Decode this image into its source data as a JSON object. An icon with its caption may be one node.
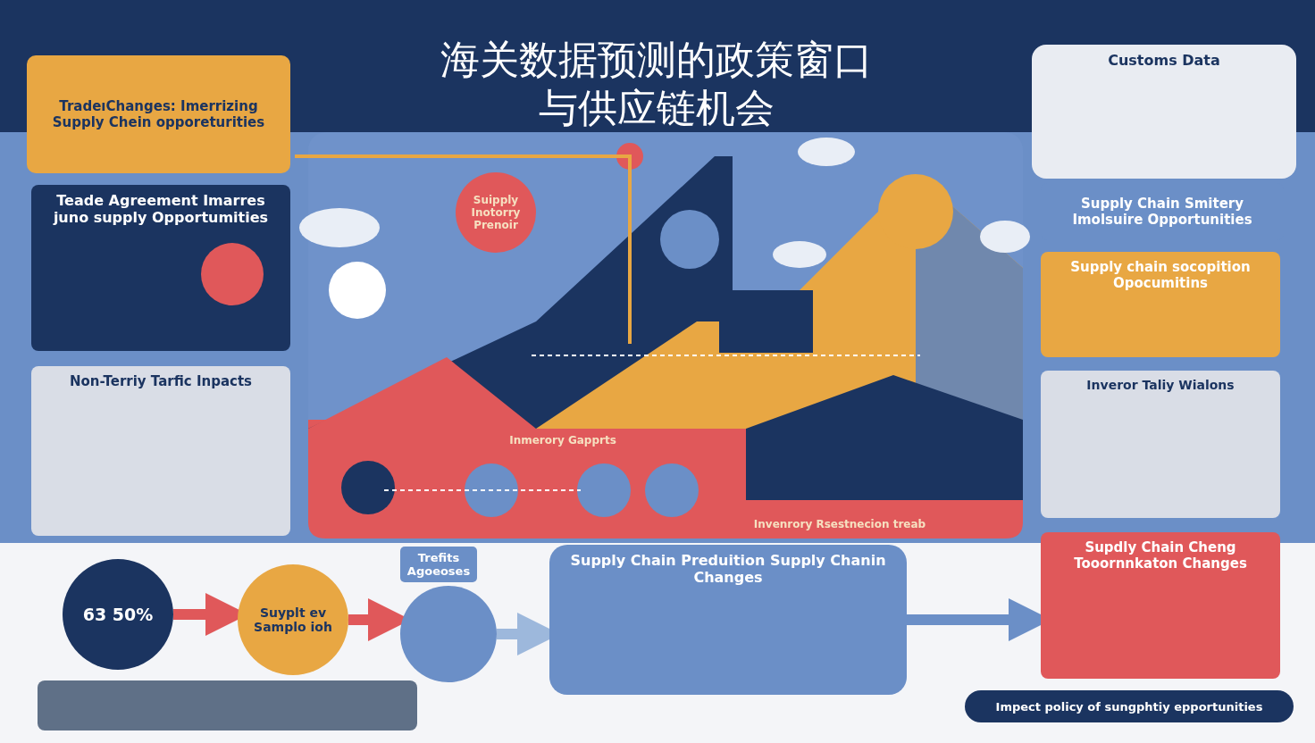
{
  "diagram": {
    "title": "海关数据预测的政策窗口与供应链机会",
    "nodes": [
      {
        "text": [
          "TradeıChanges: Imerrizing Supply Chein opporeturities"
        ]
      },
      {
        "text": [
          "Teade Agreement Imarres juno supply Opportumities"
        ]
      },
      {
        "text": [],
        "shape": "circle",
        "in": 1
      },
      {
        "text": [
          "Non-Terriy Tarfic Inpacts"
        ]
      },
      {
        "text": [
          "Suipply Inotorry Prenoir"
        ]
      },
      {
        "text": [
          "63 50%"
        ]
      },
      {
        "text": [
          "Suyplt ev Samplo ioh"
        ]
      },
      {
        "text": [
          "Trefits Agoeoses"
        ]
      },
      {
        "text": [
          "Supply Chain Preduition Supply Chanin Changes"
        ]
      },
      {
        "text": [
          "Customs Data"
        ]
      },
      {
        "text": [
          "Supply Chain Smitery Imolsuire Opportunities"
        ]
      },
      {
        "text": [
          "Supply chain socopition Opocumitins"
        ]
      },
      {
        "text": [
          "Inveror Taliy Wialons"
        ]
      },
      {
        "text": [
          "Supdly Chain Cheng Tooornnkaton Changes"
        ]
      },
      {
        "text": [
          "Impect policy of sungphtiy epportunities"
        ]
      },
      {
        "text": [],
        "shape": "circle"
      }
    ],
    "edges": [
      {
        "from": 5,
        "to": 6,
        "arrow": "to"
      },
      {
        "from": 6,
        "to": 15,
        "arrow": "to"
      },
      {
        "from": 15,
        "to": 8,
        "arrow": "to",
        "color": "#9db8dc"
      },
      {
        "from": 8,
        "to": 13,
        "arrow": "to",
        "color": "#6b8fc7"
      }
    ],
    "labels": [
      "Inmerory Gapprts",
      "Invenrory Rsestnecion treab"
    ]
  }
}
